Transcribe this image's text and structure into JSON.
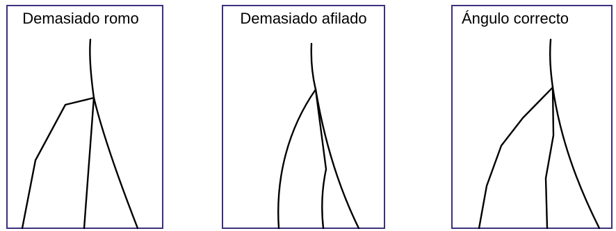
{
  "panels": [
    {
      "title": "Demasiado romo"
    },
    {
      "title": "Demasiado afilado"
    },
    {
      "title": "Ángulo correcto"
    }
  ],
  "colors": {
    "border": "#3d2f7e",
    "line": "#000000",
    "background": "#ffffff"
  }
}
